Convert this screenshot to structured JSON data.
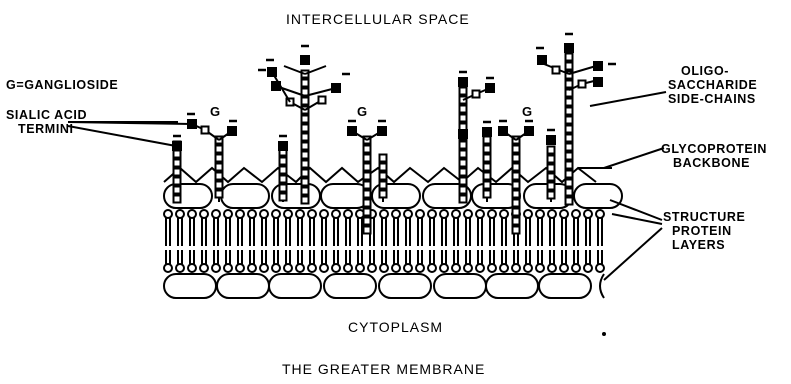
{
  "top_label": "INTERCELLULAR SPACE",
  "legend": "G=GANGLIOSIDE",
  "sialic_label": [
    "SIALIC ACID",
    "TERMINI"
  ],
  "oligo_label": [
    "OLIGO-",
    "SACCHARIDE",
    "SIDE-CHAINS"
  ],
  "glyco_label": [
    "GLYCOPROTEIN",
    "BACKBONE"
  ],
  "structure_label": [
    "STRUCTURE",
    "PROTEIN",
    "LAYERS"
  ],
  "ganglioside_marker": "G",
  "bottom_label": "CYTOPLASM",
  "caption": "THE GREATER MEMBRANE"
}
